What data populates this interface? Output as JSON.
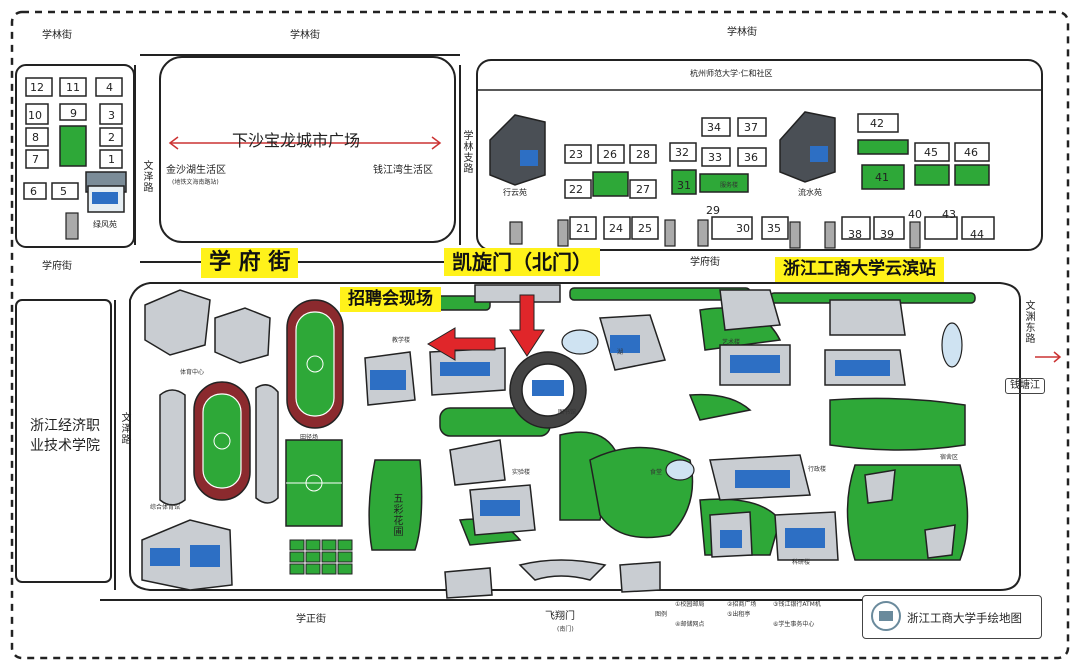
{
  "streets": {
    "xuelin_left": "学林街",
    "xuelin_mid": "学林街",
    "xuelin_right": "学林街",
    "xuelin_branch": "学林支路",
    "wenze_top": "文泽路",
    "wenze_mid": "文泽路",
    "xuefu_left": "学府街",
    "xuefu_right": "学府街",
    "xuezheng": "学正街",
    "wenyuan_east": "文渊东路",
    "to_qiantang": "钱塘江"
  },
  "plazas": {
    "baolong": "下沙宝龙城市广场",
    "jinsha": "金沙湖生活区",
    "jinsha_sub": "(地铁文海南路站)",
    "qiantang": "钱江湾生活区",
    "normal_univ": "杭州师范大学·仁和社区"
  },
  "highlights": {
    "xuefu_street": "学  府  街",
    "kaixuan_gate": "凯旋门（北门）",
    "job_fair": "招聘会现场",
    "metro_station": "浙江工商大学云滨站"
  },
  "gates": {
    "feixiang": "飞翔门",
    "feixiang_sub": "(南门)"
  },
  "dorm_names": {
    "xiyuan": "绿风苑",
    "xingyun": "行云苑",
    "liushui": "流水苑"
  },
  "left_building_numbers": [
    "12",
    "11",
    "4",
    "10",
    "9",
    "3",
    "8",
    "2",
    "7",
    "1",
    "6",
    "5"
  ],
  "dorm_numbers": [
    "23",
    "26",
    "28",
    "22",
    "27",
    "34",
    "37",
    "32",
    "33",
    "36",
    "31",
    "42",
    "45",
    "46",
    "41",
    "21",
    "24",
    "25",
    "29",
    "30",
    "35",
    "38",
    "39",
    "40",
    "43",
    "44"
  ],
  "campus": {
    "flower_bed": "五彩花圃",
    "left_college": "浙江经济职业技术学院",
    "service": "服务楼"
  },
  "small_labels": {
    "sport_center": "体育中心",
    "stadium": "田径场",
    "library": "图书馆",
    "teaching": "教学楼",
    "lab": "实验楼",
    "canteen": "食堂",
    "admin": "行政楼",
    "dorm": "宿舍区",
    "lake": "湖",
    "art": "艺术楼",
    "gym": "综合体育馆",
    "science": "科研楼"
  },
  "legend": [
    "①校园邮局",
    "②招商广场",
    "③钱江银行ATM机",
    "④邮储网点",
    "⑤出租亭",
    "⑥学生事务中心",
    "图例"
  ],
  "map_title": "浙江工商大学手绘地图",
  "colors": {
    "green": "#2ea838",
    "highlight": "#fff21a",
    "red_arrow": "#e0262a",
    "track": "#8b2a2e",
    "road": "#222222"
  }
}
